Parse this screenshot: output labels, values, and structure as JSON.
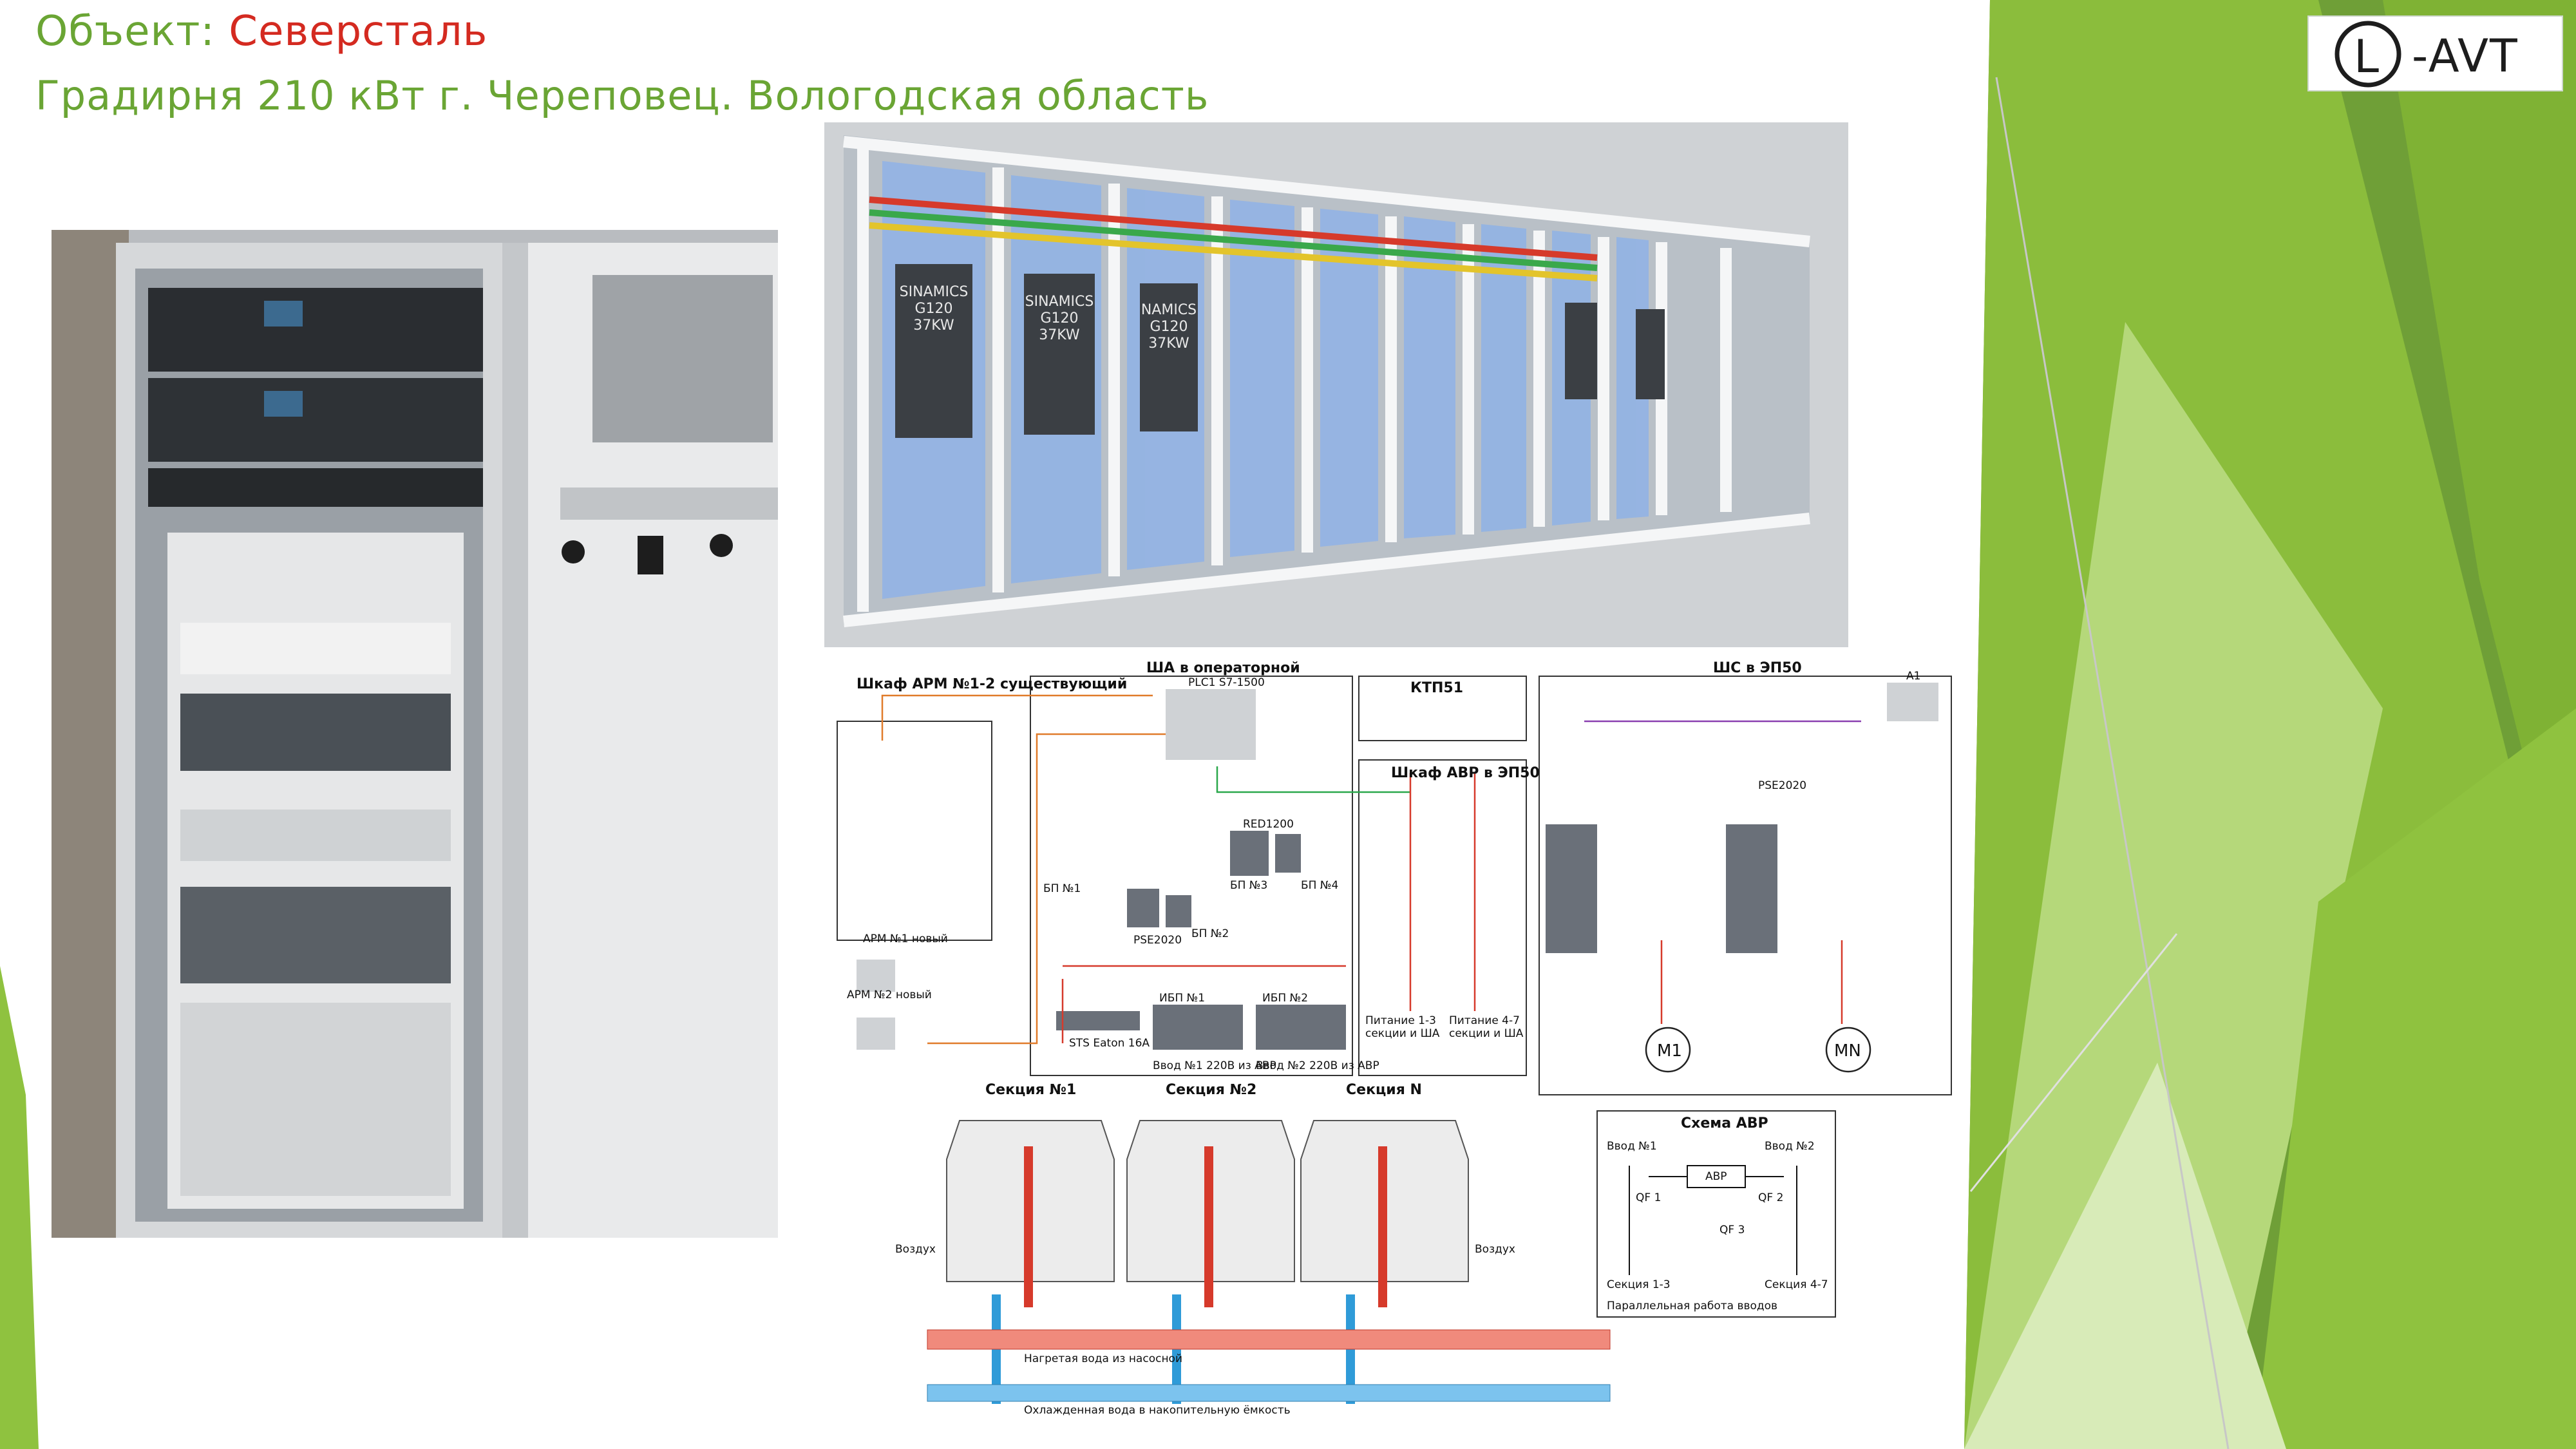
{
  "header": {
    "object_prefix": "Объект: ",
    "object_name": "Северсталь",
    "site": "Градирня 210 кВт г. Череповец. Вологодская область"
  },
  "logo": {
    "text": "-AVT",
    "letter": "L"
  },
  "colors": {
    "title_green": "#6aa534",
    "accent_red": "#d42a20",
    "deco_green_dark": "#5e8f2c",
    "deco_green_light": "#a6cf5a"
  },
  "render": {
    "drive_labels": [
      [
        "SINAMICS",
        "G120",
        "37KW"
      ],
      [
        "SINAMICS",
        "G120",
        "37KW"
      ],
      [
        "NAMICS",
        "G120",
        "37KW"
      ]
    ]
  },
  "schematic": {
    "cabinet_arm": "Шкаф АРМ №1-2 существующий",
    "cabinet_sha": "ША в операторной",
    "ktp": "КТП51",
    "cabinet_avr": "Шкаф АВР в ЭП50",
    "cabinet_shs": "ШС в ЭП50",
    "plc": "PLC1 S7-1500",
    "pse_left": "PSE2020",
    "pse_right": "PSE2020",
    "ups_left": "ИБП №1",
    "ups_right": "ИБП №2",
    "sts": "STS Eaton 16A",
    "red": "RED1200",
    "bp1": "БП №1",
    "bp2": "БП №2",
    "bp3": "БП №3",
    "bp4": "БП №4",
    "arm1": "АРМ №1 новый",
    "arm2": "АРМ №2 новый",
    "feed1": "Ввод №1 220В из АВР",
    "feed2": "Ввод №2 220В из АВР",
    "pwr_a": "Питание 1-3 секции и ША",
    "pwr_b": "Питание 4-7 секции и ША",
    "m1": "M1",
    "mn": "MN",
    "a1": "A1",
    "section1": "Секция №1",
    "section2": "Секция №2",
    "sectionN": "Секция N",
    "air_left": "Воздух",
    "air_right": "Воздух",
    "hot_water": "Нагретая вода из насосной",
    "cold_water": "Охлажденная вода в накопительную ёмкость",
    "avr_title": "Схема АВР",
    "avr_in1": "Ввод №1",
    "avr_in2": "Ввод №2",
    "avr_box": "АВР",
    "qf1": "QF 1",
    "qf2": "QF 2",
    "qf3": "QF 3",
    "avr_sec_a": "Секция 1-3",
    "avr_sec_b": "Секция 4-7",
    "avr_note": "Параллельная работа вводов"
  }
}
